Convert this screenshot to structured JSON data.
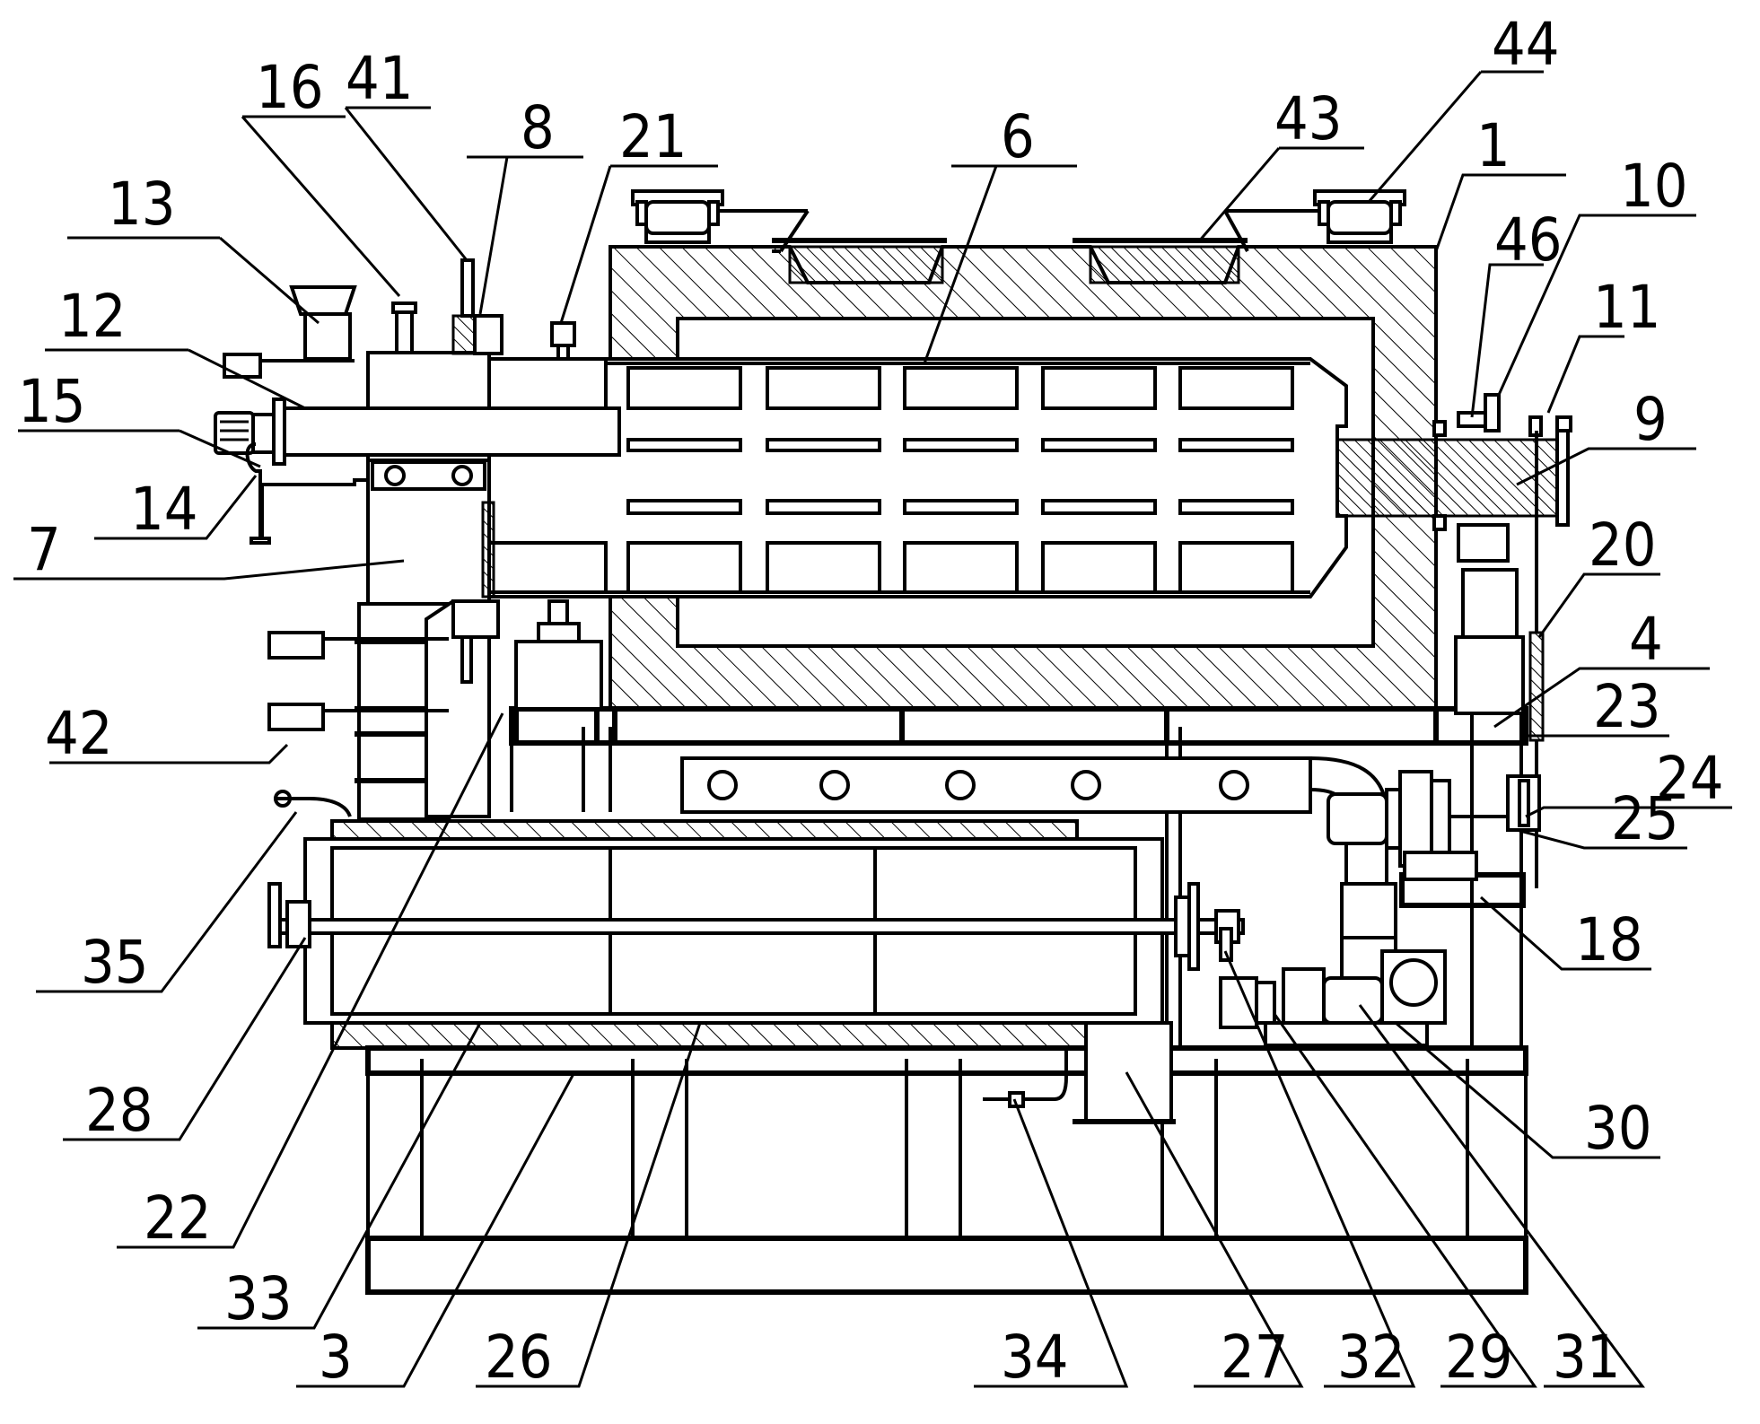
{
  "labels": [
    {
      "id": "44",
      "text": "44"
    },
    {
      "id": "41",
      "text": "41"
    },
    {
      "id": "16",
      "text": "16"
    },
    {
      "id": "8",
      "text": "8"
    },
    {
      "id": "21",
      "text": "21"
    },
    {
      "id": "43",
      "text": "43"
    },
    {
      "id": "6",
      "text": "6"
    },
    {
      "id": "13",
      "text": "13"
    },
    {
      "id": "1",
      "text": "1"
    },
    {
      "id": "10",
      "text": "10"
    },
    {
      "id": "46",
      "text": "46"
    },
    {
      "id": "12",
      "text": "12"
    },
    {
      "id": "11",
      "text": "11"
    },
    {
      "id": "15",
      "text": "15"
    },
    {
      "id": "9",
      "text": "9"
    },
    {
      "id": "14",
      "text": "14"
    },
    {
      "id": "20",
      "text": "20"
    },
    {
      "id": "7",
      "text": "7"
    },
    {
      "id": "4",
      "text": "4"
    },
    {
      "id": "23",
      "text": "23"
    },
    {
      "id": "42",
      "text": "42"
    },
    {
      "id": "24",
      "text": "24"
    },
    {
      "id": "25",
      "text": "25"
    },
    {
      "id": "18",
      "text": "18"
    },
    {
      "id": "35",
      "text": "35"
    },
    {
      "id": "28",
      "text": "28"
    },
    {
      "id": "30",
      "text": "30"
    },
    {
      "id": "22",
      "text": "22"
    },
    {
      "id": "33",
      "text": "33"
    },
    {
      "id": "3",
      "text": "3"
    },
    {
      "id": "26",
      "text": "26"
    },
    {
      "id": "34",
      "text": "34"
    },
    {
      "id": "27",
      "text": "27"
    },
    {
      "id": "32",
      "text": "32"
    },
    {
      "id": "29",
      "text": "29"
    },
    {
      "id": "31",
      "text": "31"
    }
  ]
}
